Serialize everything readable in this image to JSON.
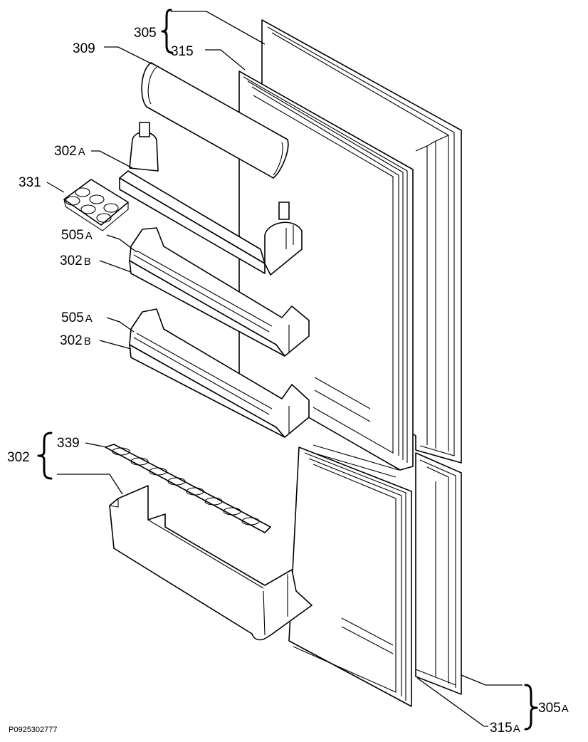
{
  "labels": {
    "l305": "305",
    "l315": "315",
    "l309": "309",
    "l302a": "302",
    "l302a_sub": "A",
    "l331": "331",
    "l505a_1": "505",
    "l505a_1_sub": "A",
    "l302b_1": "302",
    "l302b_1_sub": "B",
    "l505a_2": "505",
    "l505a_2_sub": "A",
    "l302b_2": "302",
    "l302b_2_sub": "B",
    "l302": "302",
    "l339": "339",
    "l305a": "305",
    "l305a_sub": "A",
    "l315a": "315",
    "l315a_sub": "A"
  },
  "drawing_code": "P0925302777"
}
